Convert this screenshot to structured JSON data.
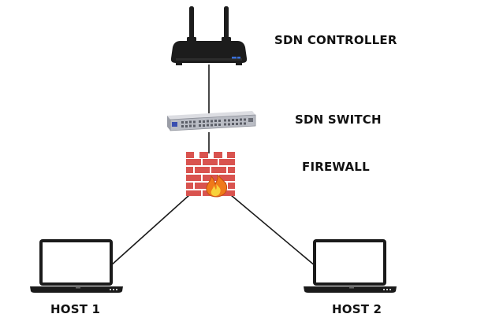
{
  "labels": {
    "controller": "SDN CONTROLLER",
    "switch": "SDN SWITCH",
    "firewall": "FIREWALL",
    "host1": "HOST 1",
    "host2": "HOST 2"
  },
  "colors": {
    "line": "#1a1a1a",
    "router_body": "#1c1c1c",
    "switch_body": "#b9bcc4",
    "brick": "#d9534f",
    "mortar": "#ffffff",
    "flame_outer": "#f07a1a",
    "flame_inner": "#f7d23b",
    "laptop": "#1a1a1a"
  },
  "icons": {
    "controller": "router-icon",
    "switch": "network-switch-icon",
    "firewall": "firewall-icon",
    "host1": "laptop-icon",
    "host2": "laptop-icon"
  }
}
